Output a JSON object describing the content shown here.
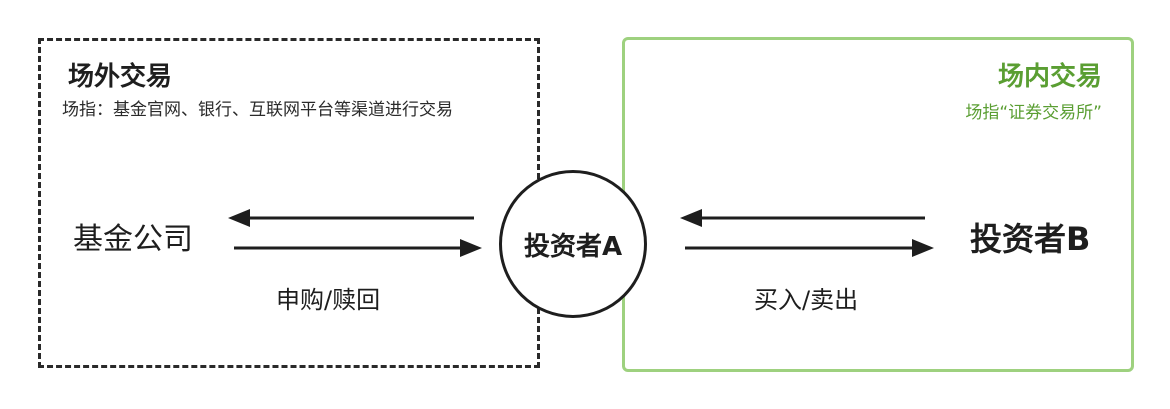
{
  "off_exchange": {
    "title": "场外交易",
    "description": "场指：基金官网、银行、互联网平台等渠道进行交易",
    "party": "基金公司",
    "flow_label": "申购/赎回"
  },
  "on_exchange": {
    "title": "场内交易",
    "description": "场指“证券交易所”",
    "party": "投资者B",
    "flow_label": "买入/卖出"
  },
  "center": {
    "label": "投资者A"
  },
  "colors": {
    "dark": "#1e1e1e",
    "green_border": "#9ed17f",
    "green_text": "#5a9e32"
  }
}
